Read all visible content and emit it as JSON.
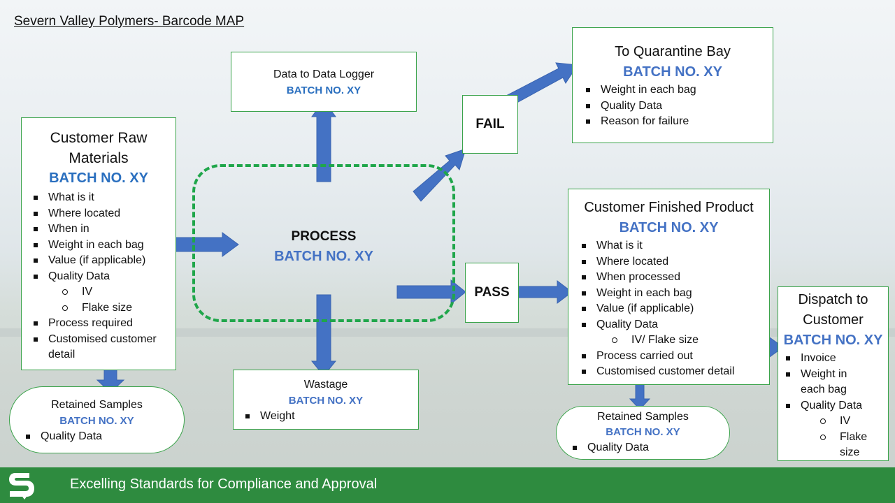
{
  "title": "Severn Valley Polymers- Barcode MAP",
  "batch_label": "BATCH NO. XY",
  "raw_materials": {
    "heading_line1": "Customer Raw",
    "heading_line2": "Materials",
    "batch": "BATCH NO. XY",
    "items": [
      "What is it",
      "Where located",
      "When in",
      "Weight in each bag",
      "Value (if applicable)",
      "Quality Data"
    ],
    "sub_items": [
      "IV",
      "Flake size"
    ],
    "items_after": [
      "Process required",
      "Customised customer detail"
    ]
  },
  "retained_left": {
    "heading": "Retained Samples",
    "batch": "BATCH NO. XY",
    "items": [
      "Quality Data"
    ]
  },
  "data_logger": {
    "heading": "Data to Data Logger",
    "batch": "BATCH NO. XY"
  },
  "process": {
    "label": "PROCESS",
    "batch": "BATCH NO. XY"
  },
  "wastage": {
    "heading": "Wastage",
    "batch": "BATCH NO. XY",
    "items": [
      "Weight"
    ]
  },
  "fail": {
    "label": "FAIL"
  },
  "pass": {
    "label": "PASS"
  },
  "quarantine": {
    "heading": "To Quarantine Bay",
    "batch": "BATCH NO. XY",
    "items": [
      "Weight in each bag",
      "Quality Data",
      "Reason for failure"
    ]
  },
  "finished": {
    "heading": "Customer Finished Product",
    "batch": "BATCH NO. XY",
    "items": [
      "What is it",
      "Where located",
      "When processed",
      "Weight in each bag",
      "Value (if applicable)",
      "Quality Data"
    ],
    "sub_items": [
      "IV/ Flake size"
    ],
    "items_after": [
      "Process carried out",
      "Customised customer detail"
    ]
  },
  "retained_right": {
    "heading": "Retained Samples",
    "batch": "BATCH NO. XY",
    "items": [
      "Quality Data"
    ]
  },
  "dispatch": {
    "heading_line1": "Dispatch to",
    "heading_line2": "Customer",
    "batch": "BATCH NO. XY",
    "items": [
      "Invoice",
      "Weight in each bag",
      "Quality Data"
    ],
    "sub_items": [
      "IV",
      "Flake size"
    ]
  },
  "footer": {
    "tagline": "Excelling Standards for Compliance and Approval",
    "logo_icon": "svp-logo-icon"
  },
  "colors": {
    "batch_blue": "#4472c4",
    "arrow_blue": "#4472c4",
    "border_green": "#3aa34a",
    "process_dash_green": "#1fa64a",
    "footer_green": "#2e8b3f"
  }
}
